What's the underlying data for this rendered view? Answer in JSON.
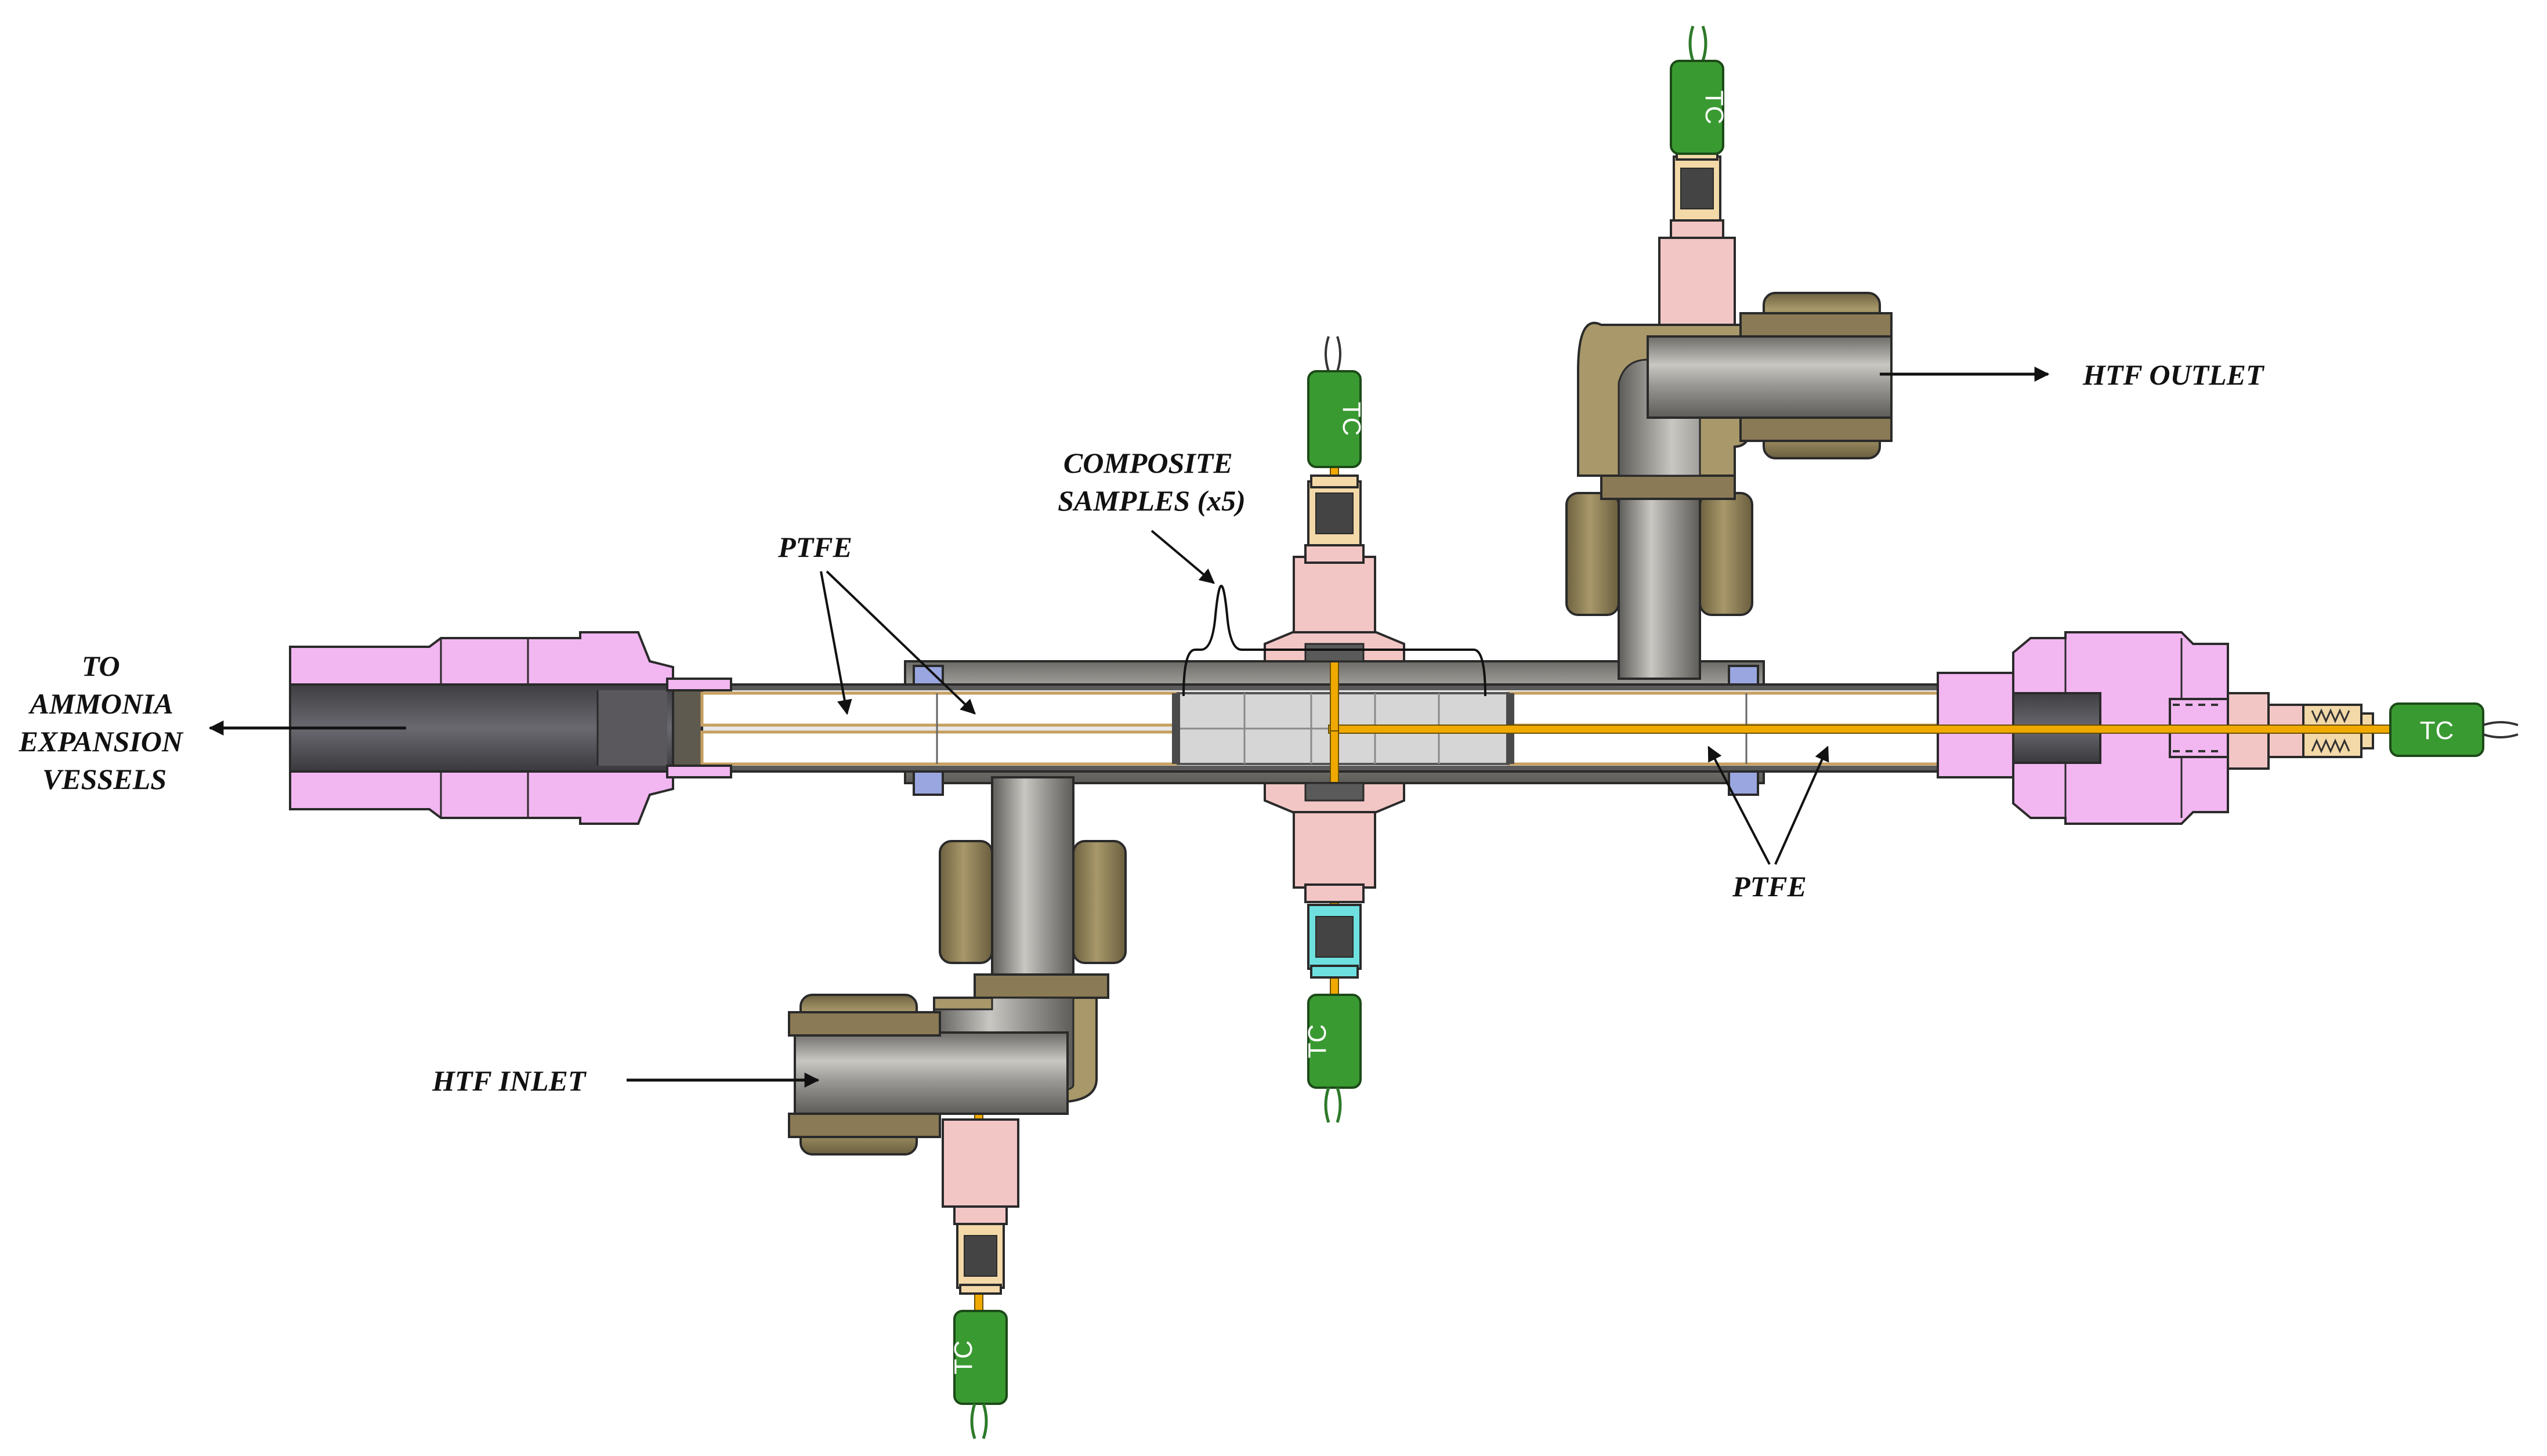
{
  "labels": {
    "to_ammonia": [
      "TO",
      "AMMONIA",
      "EXPANSION",
      "VESSELS"
    ],
    "ptfe_left": "PTFE",
    "ptfe_right": "PTFE",
    "composite": [
      "COMPOSITE",
      "SAMPLES (x5)"
    ],
    "htf_outlet": "HTF OUTLET",
    "htf_inlet": "HTF INLET"
  },
  "thermocouples": {
    "top_center": "TC",
    "top_right": "TC",
    "bottom_center": "TC",
    "bottom_left": "TC",
    "right_end": "TC"
  },
  "colors": {
    "compression_fitting": "#f2b6f0",
    "brass_nut": "#8a7a55",
    "steel_tube": "#8f8d89",
    "thermocouple": "#3a9a32",
    "tc_wire": "#f0a900",
    "ptfe_liner": "#ffffff",
    "sample": "#d6d6d6",
    "ferrule_blue": "#9aa6e0",
    "small_fitting_cyan": "#6fe0e0",
    "small_fitting_tan": "#f3d8a8"
  }
}
